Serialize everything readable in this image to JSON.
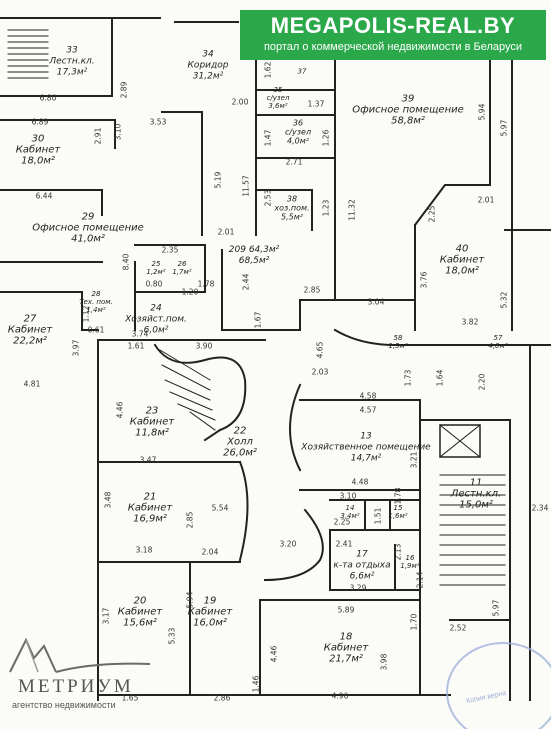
{
  "header": {
    "title": "MEGAPOLIS-REAL.BY",
    "subtitle": "портал о коммерческой недвижимости в Беларуси"
  },
  "agency": {
    "name": "МЕТРИУМ",
    "tagline": "агентство недвижимости"
  },
  "stamp": {
    "text": "Копия верна"
  },
  "colors": {
    "banner": "#2aa84a",
    "walls": "#222222",
    "stamp": "#9aaed8"
  },
  "rooms": [
    {
      "id": "33",
      "name": "Лестн.кл.",
      "area": "17,3м²"
    },
    {
      "id": "34",
      "name": "Коридор",
      "area": "31,2м²"
    },
    {
      "id": "35",
      "name": "с/узел",
      "area": "3,6м²"
    },
    {
      "id": "36",
      "name": "с/узел",
      "area": "4,0м²"
    },
    {
      "id": "37",
      "name": "",
      "area": ""
    },
    {
      "id": "38",
      "name": "хоз.пом.",
      "area": "5,5м²"
    },
    {
      "id": "39",
      "name": "Офисное помещение",
      "area": "58,8м²"
    },
    {
      "id": "30",
      "name": "Кабинет",
      "area": "18,0м²"
    },
    {
      "id": "29",
      "name": "Офисное помещение",
      "area": "41,0м²"
    },
    {
      "id": "25",
      "name": "",
      "area": "1,2м²"
    },
    {
      "id": "26",
      "name": "",
      "area": "1,7м²"
    },
    {
      "id": "40",
      "name": "Кабинет",
      "area": "18,0м²"
    },
    {
      "id": "28",
      "name": "Тех. пом.",
      "area": "1,4м²"
    },
    {
      "id": "24",
      "name": "Хозяйст.пом.",
      "area": "6,0м²"
    },
    {
      "id": "27",
      "name": "Кабинет",
      "area": "22,2м²"
    },
    {
      "id": "58",
      "name": "",
      "area": "1,5м²"
    },
    {
      "id": "57",
      "name": "",
      "area": "4,0м²"
    },
    {
      "id": "23",
      "name": "Кабинет",
      "area": "11,8м²"
    },
    {
      "id": "22",
      "name": "Холл",
      "area": "26,0м²"
    },
    {
      "id": "13",
      "name": "Хозяйственное помещение",
      "area": "14,7м²"
    },
    {
      "id": "21",
      "name": "Кабинет",
      "area": "16,9м²"
    },
    {
      "id": "14",
      "name": "",
      "area": "3,4м²"
    },
    {
      "id": "15",
      "name": "",
      "area": "1,6м²"
    },
    {
      "id": "11",
      "name": "Лестн.кл.",
      "area": "15,0м²"
    },
    {
      "id": "17",
      "name": "к-та отдыха",
      "area": "6,6м²"
    },
    {
      "id": "16",
      "name": "",
      "area": "1,9м²"
    },
    {
      "id": "20",
      "name": "Кабинет",
      "area": "15,6м²"
    },
    {
      "id": "19",
      "name": "Кабинет",
      "area": "16,0м²"
    },
    {
      "id": "18",
      "name": "Кабинет",
      "area": "21,7м²"
    }
  ],
  "total_area": {
    "line1": "64,3м²",
    "line2": "68,5м²",
    "prefix": "209"
  },
  "dimensions": [
    "6.80",
    "2.89",
    "6.89",
    "2.91",
    "3.10",
    "3.53",
    "1.62",
    "2.00",
    "1.37",
    "1.47",
    "2.71",
    "1.26",
    "5.19",
    "11.57",
    "2.53",
    "1.23",
    "11.32",
    "5.94",
    "5.97",
    "6.44",
    "2.35",
    "8.40",
    "0.80",
    "1.20",
    "2.01",
    "2.25",
    "2.01",
    "1.78",
    "2.44",
    "2.85",
    "3.76",
    "5.32",
    "3.04",
    "3.82",
    "3.74",
    "1.61",
    "3.90",
    "1.67",
    "4.65",
    "1.73",
    "1.64",
    "2.20",
    "3.97",
    "4.81",
    "2.03",
    "4.58",
    "4.57",
    "4.46",
    "3.47",
    "3.21",
    "4.48",
    "3.10",
    "1.78",
    "3.48",
    "2.85",
    "5.54",
    "2.25",
    "1.51",
    "2.41",
    "3.18",
    "2.04",
    "3.20",
    "2.13",
    "2.14",
    "3.29",
    "5.89",
    "5.97",
    "3.17",
    "5.33",
    "5.94",
    "4.46",
    "1.70",
    "3.98",
    "2.52",
    "1.65",
    "2.86",
    "1.46",
    "4.96",
    "2.34",
    "0.61",
    "1.12"
  ]
}
